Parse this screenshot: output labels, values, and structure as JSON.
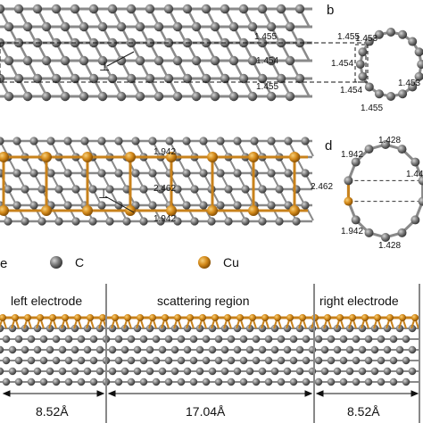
{
  "panels": {
    "b": "b",
    "d": "d",
    "e": "e"
  },
  "panel_a": {
    "bond_top": "1.455",
    "bond_mid": "1.454",
    "bond_low": "1.455",
    "perp": "⊥"
  },
  "panel_b": {
    "bonds": [
      "1.453",
      "1.455",
      "1.454",
      "1.454",
      "1.455",
      "1.453"
    ]
  },
  "panel_c": {
    "bond_top": "1.942",
    "bond_mid": "2.462",
    "bond_low": "1.942",
    "perp": "⊥"
  },
  "panel_d": {
    "bonds": [
      "1.428",
      "1.942",
      "2.462",
      "1.942",
      "1.428",
      "1.44"
    ]
  },
  "legend": {
    "carbon": "C",
    "copper": "Cu"
  },
  "panel_e": {
    "left": "left electrode",
    "middle": "scattering region",
    "right": "right electrode",
    "left_len": "8.52Å",
    "middle_len": "17.04Å",
    "right_len": "8.52Å"
  },
  "colors": {
    "carbon": "#6e6e6e",
    "carbon_light": "#b9b9b9",
    "copper": "#d48a1a",
    "bond_c": "#8a8a8a",
    "bond_cu": "#c8821c"
  }
}
